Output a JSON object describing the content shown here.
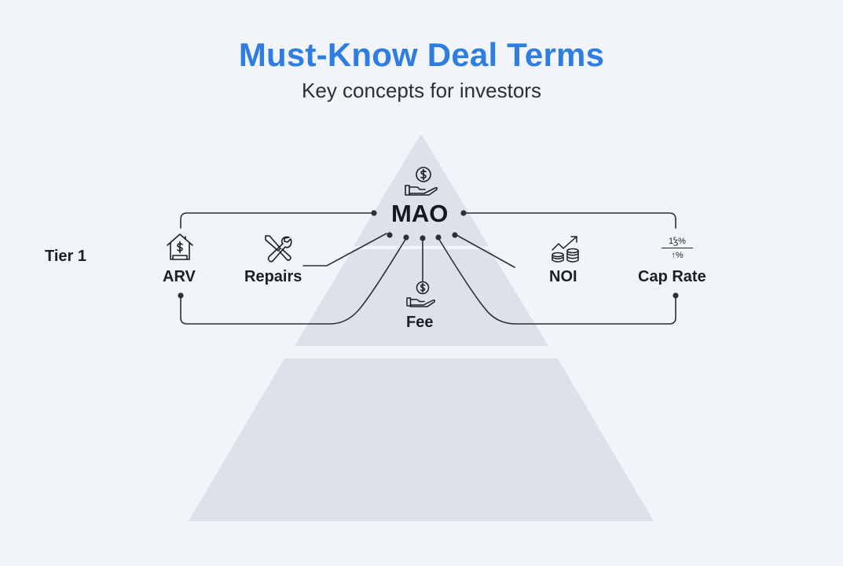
{
  "title": "Must-Know Deal Terms",
  "subtitle": "Key concepts for investors",
  "tier_label": "Tier 1",
  "center_term": {
    "label": "MAO",
    "icon": "hand-holding-dollar-icon"
  },
  "terms": {
    "arv": {
      "label": "ARV",
      "icon": "house-dollar-icon"
    },
    "repairs": {
      "label": "Repairs",
      "icon": "wrench-screwdriver-icon"
    },
    "fee": {
      "label": "Fee",
      "icon": "hand-holding-dollar-icon"
    },
    "noi": {
      "label": "NOI",
      "icon": "growth-coins-icon"
    },
    "cap_rate": {
      "label": "Cap Rate",
      "icon": "percentage-icon",
      "icon_text_top": "1Ꝣ%",
      "icon_text_bottom": "↑%"
    }
  },
  "colors": {
    "background": "#f1f4f8",
    "title": "#2f7de1",
    "pyramid_fill": "#dde2ea",
    "line": "#2b2f36",
    "text": "#1c1f24"
  }
}
